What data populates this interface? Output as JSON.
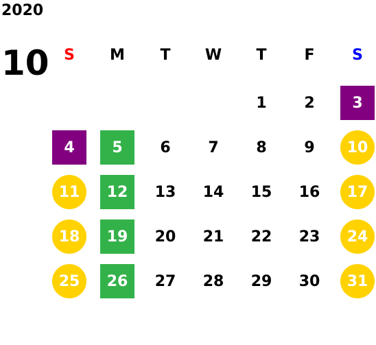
{
  "year": "2020",
  "month": "10",
  "colors": {
    "sunday_label": "#ff0000",
    "saturday_label": "#0000ff",
    "purple_marker": "#820080",
    "green_marker": "#33b24a",
    "gold_marker": "#ffd200"
  },
  "weekdays": [
    "S",
    "M",
    "T",
    "W",
    "T",
    "F",
    "S"
  ],
  "weeks": [
    [
      {
        "d": "",
        "m": ""
      },
      {
        "d": "",
        "m": ""
      },
      {
        "d": "",
        "m": ""
      },
      {
        "d": "",
        "m": ""
      },
      {
        "d": "1",
        "m": ""
      },
      {
        "d": "2",
        "m": ""
      },
      {
        "d": "3",
        "m": "purple-square"
      }
    ],
    [
      {
        "d": "4",
        "m": "purple-square"
      },
      {
        "d": "5",
        "m": "green-square"
      },
      {
        "d": "6",
        "m": ""
      },
      {
        "d": "7",
        "m": ""
      },
      {
        "d": "8",
        "m": ""
      },
      {
        "d": "9",
        "m": ""
      },
      {
        "d": "10",
        "m": "gold-circle"
      }
    ],
    [
      {
        "d": "11",
        "m": "gold-circle"
      },
      {
        "d": "12",
        "m": "green-square"
      },
      {
        "d": "13",
        "m": ""
      },
      {
        "d": "14",
        "m": ""
      },
      {
        "d": "15",
        "m": ""
      },
      {
        "d": "16",
        "m": ""
      },
      {
        "d": "17",
        "m": "gold-circle"
      }
    ],
    [
      {
        "d": "18",
        "m": "gold-circle"
      },
      {
        "d": "19",
        "m": "green-square"
      },
      {
        "d": "20",
        "m": ""
      },
      {
        "d": "21",
        "m": ""
      },
      {
        "d": "22",
        "m": ""
      },
      {
        "d": "23",
        "m": ""
      },
      {
        "d": "24",
        "m": "gold-circle"
      }
    ],
    [
      {
        "d": "25",
        "m": "gold-circle"
      },
      {
        "d": "26",
        "m": "green-square"
      },
      {
        "d": "27",
        "m": ""
      },
      {
        "d": "28",
        "m": ""
      },
      {
        "d": "29",
        "m": ""
      },
      {
        "d": "30",
        "m": ""
      },
      {
        "d": "31",
        "m": "gold-circle"
      }
    ]
  ]
}
